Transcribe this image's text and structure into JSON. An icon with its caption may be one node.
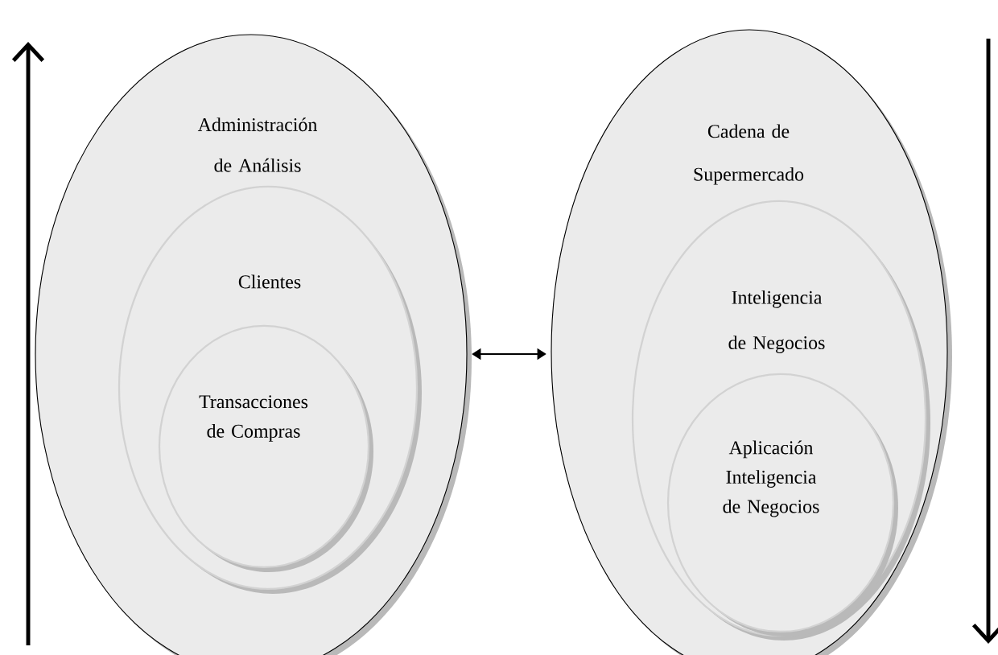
{
  "diagram": {
    "nodes": [
      {
        "text": [
          "Administración de Análisis"
        ]
      },
      {
        "text": [
          "Clientes"
        ],
        "in": 0
      },
      {
        "text": [
          "Transacciones de Compras"
        ],
        "in": 1
      },
      {
        "text": [
          "Cadena de Supermercado"
        ]
      },
      {
        "text": [
          "Inteligencia de Negocios"
        ],
        "in": 3
      },
      {
        "text": [
          "Aplicación Inteligencia de Negocios"
        ],
        "in": 4
      }
    ],
    "edges": [
      {
        "from": 0,
        "to": 3,
        "arrow": "both"
      }
    ]
  }
}
